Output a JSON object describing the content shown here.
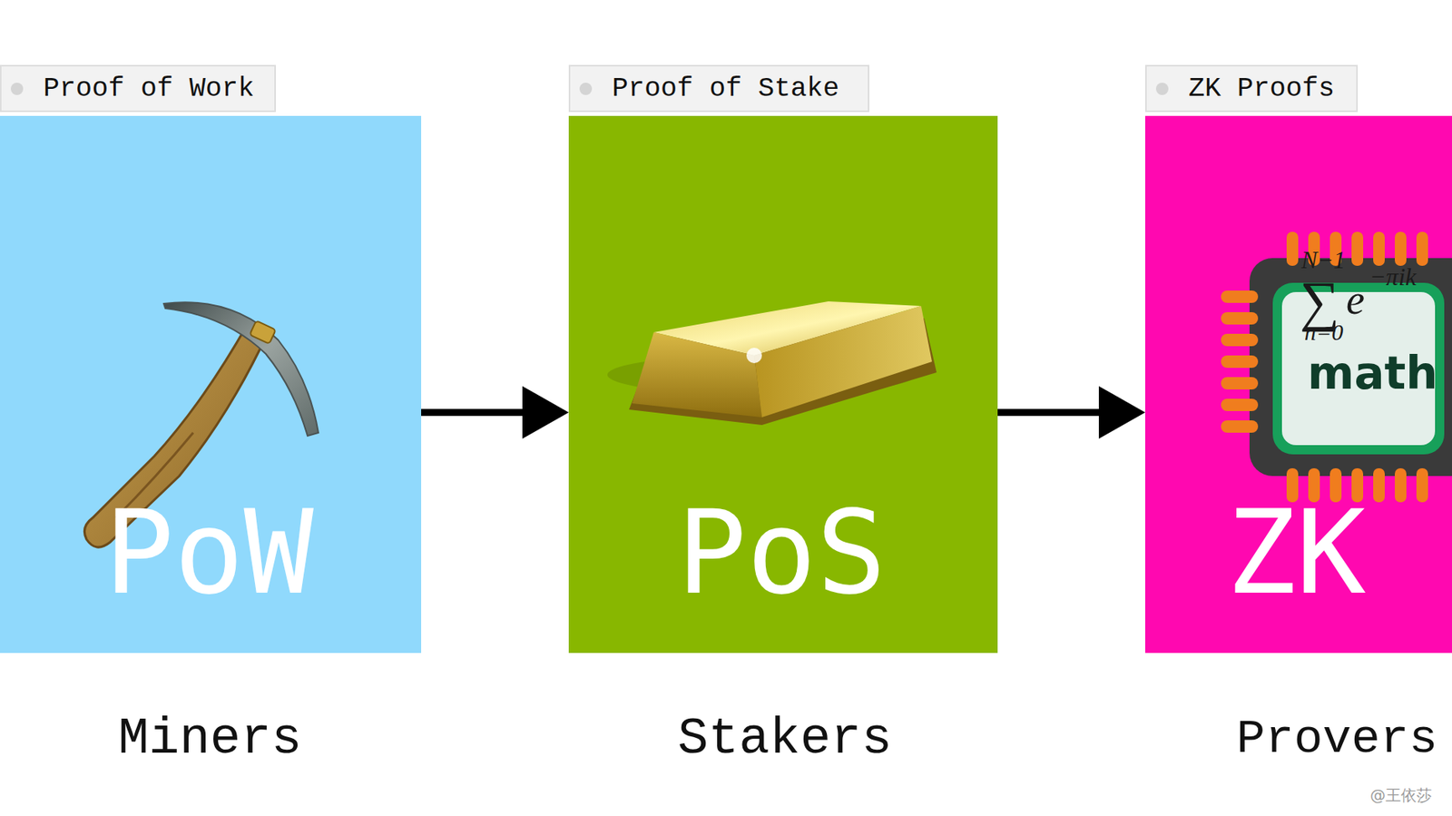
{
  "diagram": {
    "nodes": [
      {
        "text": [
          "Proof of Work",
          "PoW"
        ]
      },
      {
        "text": [
          "Proof of Stake",
          "PoS"
        ]
      },
      {
        "text": [
          "ZK Proofs",
          "ZK"
        ]
      }
    ],
    "edges": [
      {
        "from": 0,
        "to": 1,
        "arrow": "to"
      },
      {
        "from": 1,
        "to": 2,
        "arrow": "to"
      }
    ],
    "labels": [
      "Miners",
      "Stakers",
      "Provers",
      "N−1",
      "∑",
      "e",
      "−πik",
      "n=0",
      "math",
      "@王依莎"
    ]
  }
}
